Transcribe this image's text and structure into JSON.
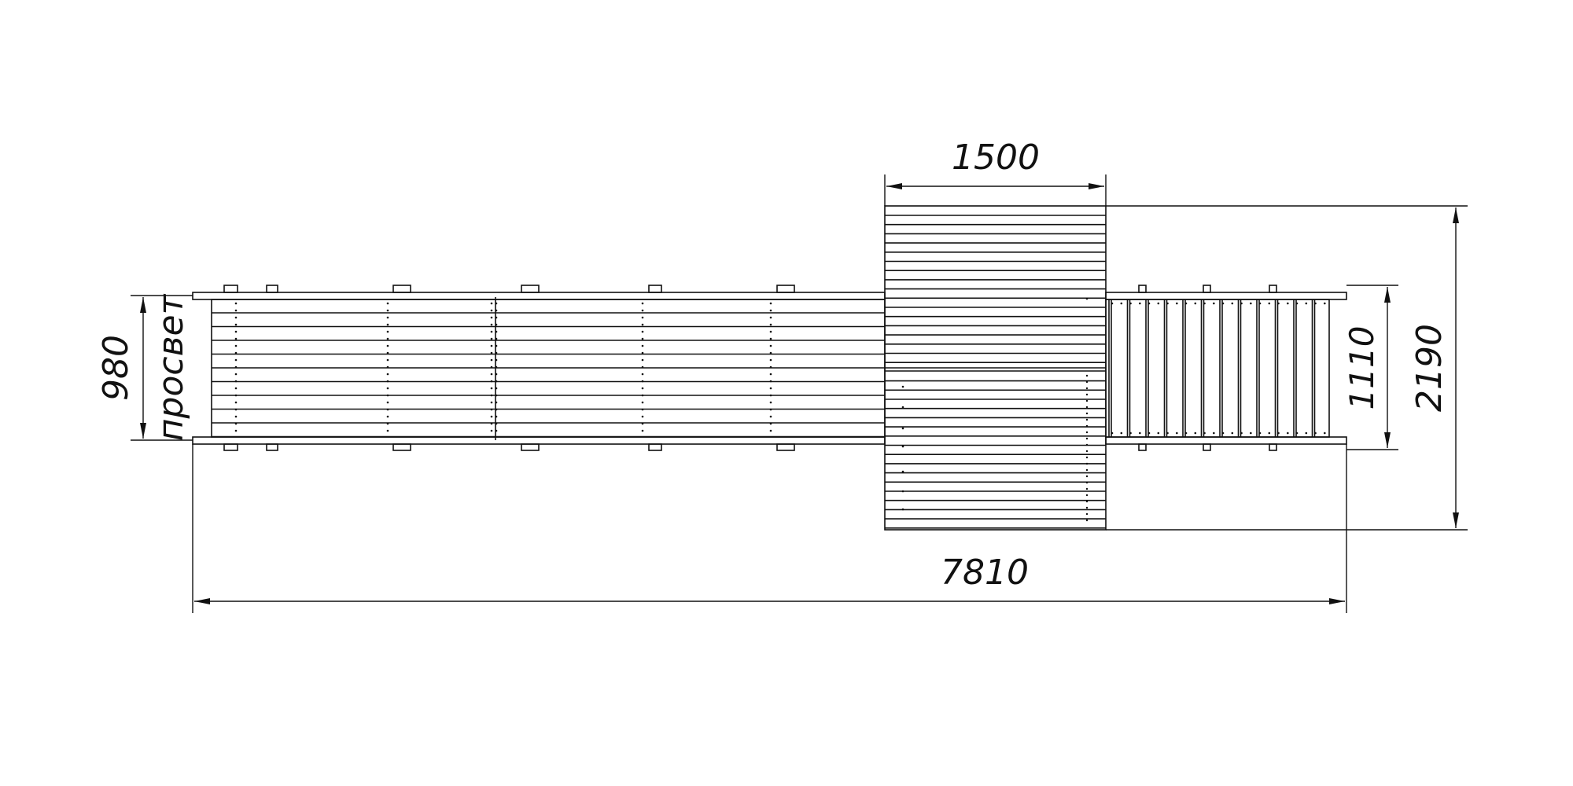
{
  "drawing": {
    "dimensions": {
      "top_width": "1500",
      "bottom_length": "7810",
      "right_inner": "1110",
      "right_outer": "2190",
      "left_height": "980",
      "left_clearance_label": "просвет"
    },
    "colors": {
      "line": "#111111",
      "background": "#ffffff"
    }
  }
}
